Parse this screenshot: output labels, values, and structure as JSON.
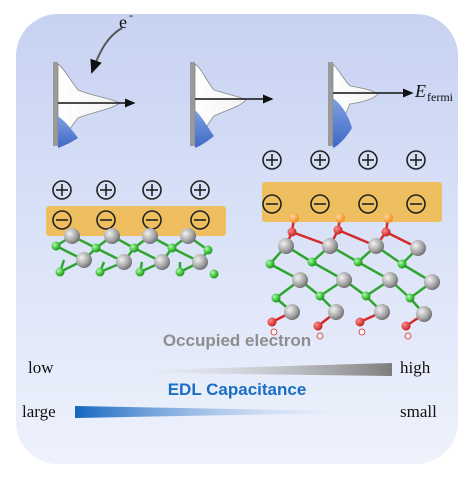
{
  "top_labels": {
    "electron": "e",
    "electron_sup": "-",
    "fermi_main": "E",
    "fermi_sub": "fermi"
  },
  "ions": {
    "plus": "⊕",
    "minus": "⊖"
  },
  "scales": {
    "occupied": {
      "title": "Occupied electron",
      "left": "low",
      "right": "high"
    },
    "edl": {
      "title": "EDL Capacitance",
      "left": "large",
      "right": "small"
    }
  },
  "colors": {
    "panel": "#d3dcf5",
    "edl_band": "#f2b844",
    "cation_stroke": "#222222",
    "atom_gray": "#a7a7a7",
    "atom_green": "#3bc53b",
    "atom_orange": "#f39a1e",
    "atom_red": "#d42a2a",
    "occupied_gray": "#8e8e8e",
    "edl_blue": "#1a6fc4"
  }
}
